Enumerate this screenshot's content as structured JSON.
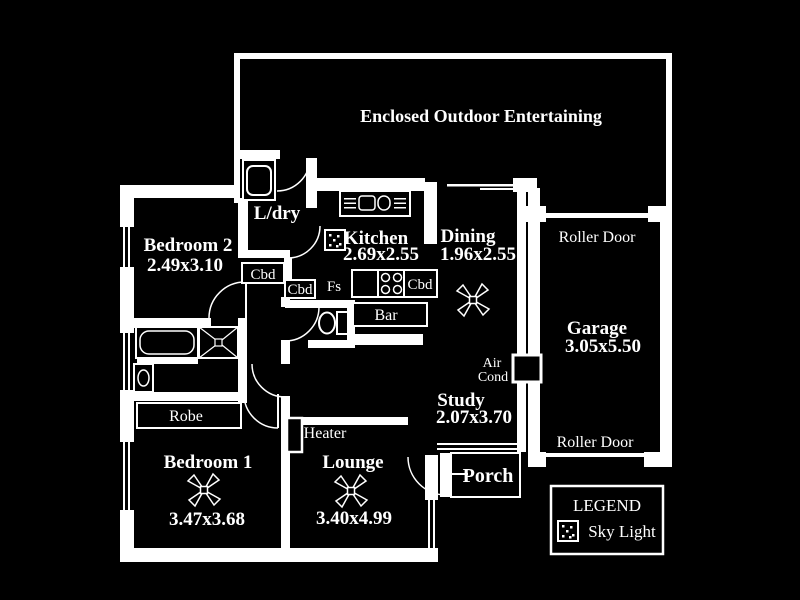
{
  "plan": {
    "background_color": "#000000",
    "line_color": "#ffffff",
    "outdoor_label": "Enclosed Outdoor Entertaining",
    "rooms": {
      "bedroom2": {
        "name": "Bedroom 2",
        "dims": "2.49x3.10"
      },
      "laundry": {
        "name": "L/dry"
      },
      "kitchen": {
        "name": "Kitchen",
        "dims": "2.69x2.55"
      },
      "dining": {
        "name": "Dining",
        "dims": "1.96x2.55"
      },
      "garage": {
        "name": "Garage",
        "dims": "3.05x5.50"
      },
      "study": {
        "name": "Study",
        "dims": "2.07x3.70"
      },
      "bedroom1": {
        "name": "Bedroom 1",
        "dims": "3.47x3.68"
      },
      "lounge": {
        "name": "Lounge",
        "dims": "3.40x4.99"
      },
      "porch": {
        "name": "Porch"
      }
    },
    "fixtures": {
      "roller_door_top": "Roller Door",
      "roller_door_bottom": "Roller Door",
      "cbd_hall_upper": "Cbd",
      "cbd_hall_lower": "Cbd",
      "cbd_kitchen": "Cbd",
      "fridge_space": "Fs",
      "bar": "Bar",
      "robe": "Robe",
      "heater": "Heater",
      "air_cond_line1": "Air",
      "air_cond_line2": "Cond"
    },
    "legend": {
      "title": "LEGEND",
      "skylight_label": "Sky Light"
    }
  }
}
